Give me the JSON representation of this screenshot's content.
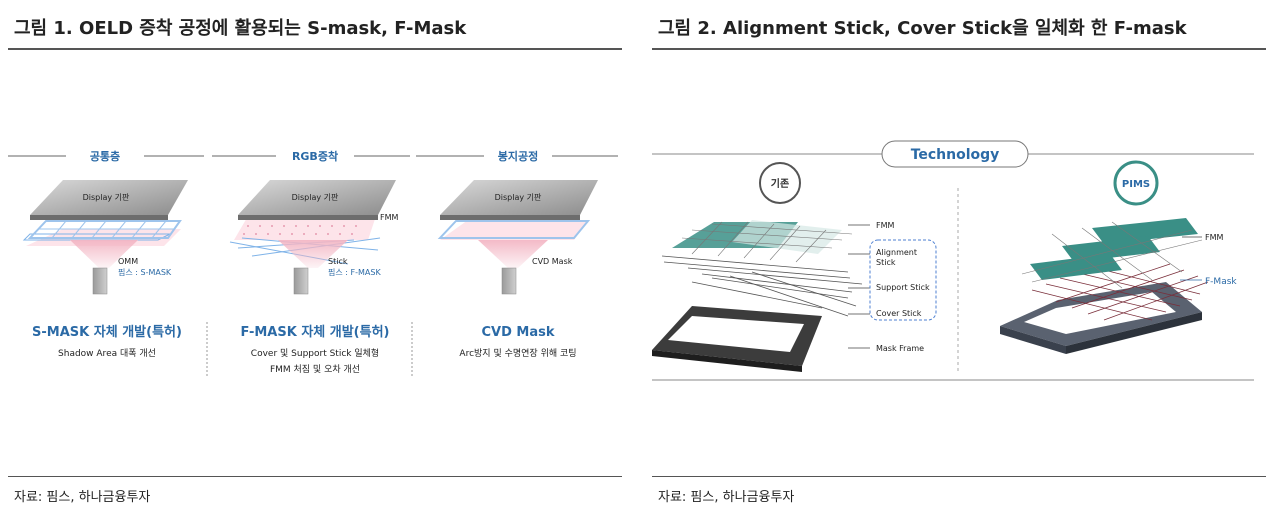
{
  "figure1": {
    "title": "그림 1. OELD 증착 공정에 활용되는 S-mask, F-Mask",
    "source": "자료: 핌스, 하나금융투자",
    "columns": [
      {
        "header": "공통층",
        "substrate": "Display 기판",
        "side_label_1": "OMM",
        "side_label_2": "핌스 : S-MASK",
        "heading": "S-MASK 자체 개발(특허)",
        "desc_1": "Shadow Area 대폭 개선",
        "desc_2": ""
      },
      {
        "header": "RGB증착",
        "substrate": "Display 기판",
        "top_label": "FMM",
        "side_label_1": "Stick",
        "side_label_2": "핌스 : F-MASK",
        "heading": "F-MASK 자체 개발(특허)",
        "desc_1": "Cover 및 Support Stick 일체형",
        "desc_2": "FMM 처짐 및 오차 개선"
      },
      {
        "header": "봉지공정",
        "substrate": "Display 기판",
        "side_label_1": "CVD Mask",
        "heading": "CVD Mask",
        "desc_1": "Arc방지 및 수명연장 위해 코팅",
        "desc_2": ""
      }
    ]
  },
  "figure2": {
    "title": "그림 2. Alignment Stick, Cover Stick을 일체화 한 F-mask",
    "source": "자료: 핌스, 하나금융투자",
    "banner": "Technology",
    "left_badge": "기존",
    "right_badge": "PIMS",
    "left_labels": [
      "FMM",
      "Alignment",
      "Stick",
      "Support Stick",
      "Cover Stick",
      "Mask Frame"
    ],
    "right_labels": [
      "FMM",
      "F-Mask"
    ]
  },
  "colors": {
    "accent_blue": "#2b6aa6",
    "teal": "#3a8f86",
    "pink": "#f3b6c4",
    "dark_frame": "#333333"
  }
}
